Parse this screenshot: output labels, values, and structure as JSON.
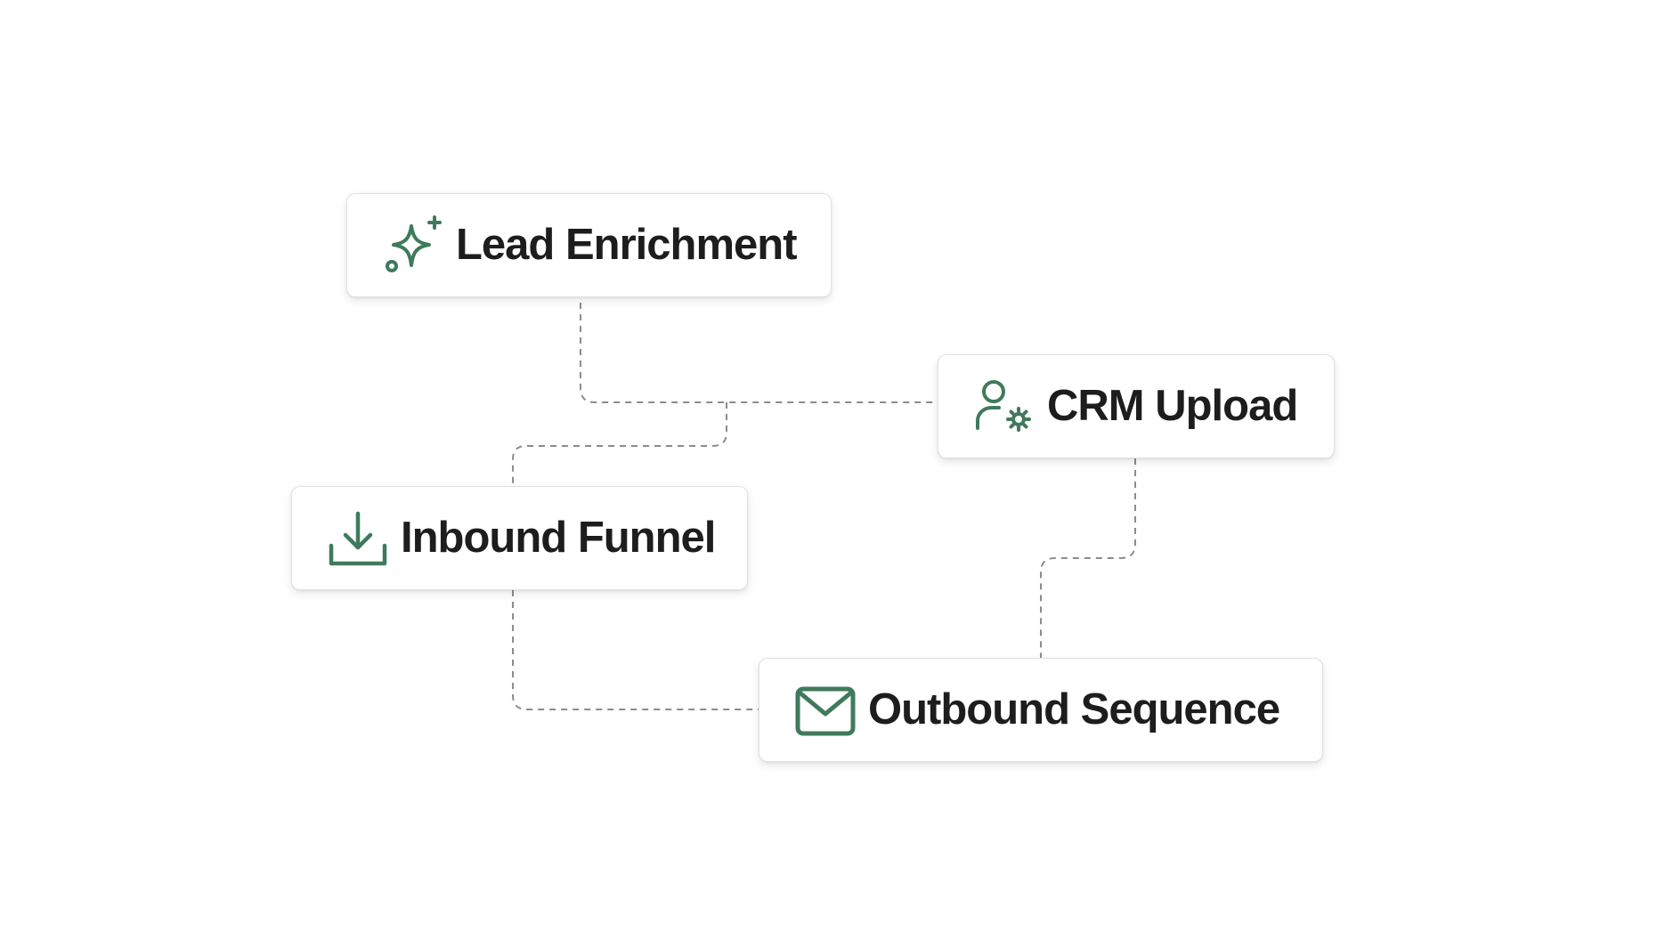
{
  "colors": {
    "background": "#ffffff",
    "icon": "#3f7a5c",
    "label": "#1d1d1d",
    "connector": "#8c8c8c",
    "node_border": "#e1e1e1"
  },
  "nodes": [
    {
      "id": "lead-enrichment",
      "label": "Lead Enrichment",
      "icon": "sparkles-icon"
    },
    {
      "id": "crm-upload",
      "label": "CRM Upload",
      "icon": "user-gear-icon"
    },
    {
      "id": "inbound-funnel",
      "label": "Inbound Funnel",
      "icon": "download-tray-icon"
    },
    {
      "id": "outbound-sequence",
      "label": "Outbound Sequence",
      "icon": "envelope-icon"
    }
  ],
  "edges": [
    {
      "from": "lead-enrichment",
      "to": "crm-upload"
    },
    {
      "from": "lead-enrichment",
      "to": "inbound-funnel"
    },
    {
      "from": "crm-upload",
      "to": "outbound-sequence"
    },
    {
      "from": "inbound-funnel",
      "to": "outbound-sequence"
    }
  ]
}
